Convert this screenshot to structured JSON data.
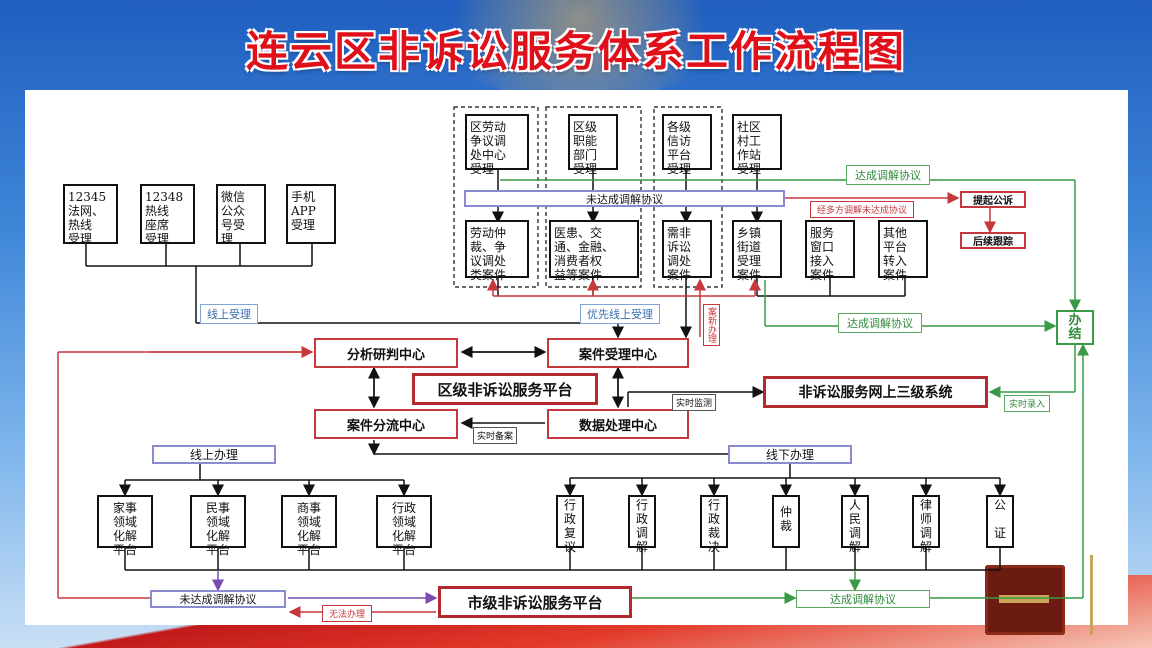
{
  "title": "连云区非诉讼服务体系工作流程图",
  "colors": {
    "title": "#e0101a",
    "red_line": "#c7383d",
    "green_line": "#3a9a45",
    "purple_line": "#7a4bb0",
    "blue_label": "#3a6db0"
  },
  "intake": {
    "hotline_12345": "12345\n法网、\n热线\n受理",
    "hotline_12348": "12348\n热线\n座席\n受理",
    "wechat": "微信\n公众\n号受\n理",
    "app": "手机\nAPP\n受理"
  },
  "top_centers": {
    "labor": "区劳动\n争议调\n处中心\n受理",
    "functional": "区级\n职能\n部门\n受理",
    "petition": "各级\n信访\n平台\n受理",
    "community": "社区\n村工\n作站\n受理"
  },
  "case_types": {
    "labor_cases": "劳动仲\n裁、争\n议调处\n类案件",
    "medical_cases": "医患、交\n通、金融、\n消费者权\n益等案件",
    "petition_cases": "需非\n诉讼\n调处\n案件",
    "township": "乡镇\n街道\n受理\n案件",
    "service_window": "服务\n窗口\n接入\n案件",
    "other_platform": "其他\n平台\n转入\n案件"
  },
  "flow_labels": {
    "no_agreement_top": "未达成调解协议",
    "agreement_top": "达成调解协议",
    "multi_no_agreement": "经多方调解未达成协议",
    "lawsuit": "提起公诉",
    "follow_up": "后续跟踪",
    "online_intake": "线上受理",
    "priority_online": "优先线上受理",
    "agreement_mid": "达成调解协议",
    "new_case": "案新办理",
    "realtime_monitor": "实时监测",
    "realtime_entry": "实时录入",
    "realtime_record": "实时备案",
    "no_agreement_bottom": "未达成调解协议",
    "unable_handle": "无法办理",
    "agreement_bottom": "达成调解协议"
  },
  "centers": {
    "analysis": "分析研判中心",
    "acceptance": "案件受理中心",
    "platform": "区级非诉讼服务平台",
    "online_system": "非诉讼服务网上三级系统",
    "diversion": "案件分流中心",
    "data": "数据处理中心",
    "banjie": "办\n结",
    "city_platform": "市级非诉讼服务平台"
  },
  "channels": {
    "online": "线上办理",
    "offline": "线下办理"
  },
  "online_platforms": {
    "family": "家事\n领域\n化解\n平台",
    "civil": "民事\n领域\n化解\n平台",
    "commercial": "商事\n领域\n化解\n平台",
    "admin": "行政\n领域\n化解\n平台"
  },
  "offline_methods": {
    "reconsideration": "行\n政\n复\n议",
    "admin_mediation": "行\n政\n调\n解",
    "admin_ruling": "行\n政\n裁\n决",
    "arbitration": "仲\n裁",
    "people_mediation": "人\n民\n调\n解",
    "lawyer_mediation": "律\n师\n调\n解",
    "notary": "公\n\n证"
  }
}
